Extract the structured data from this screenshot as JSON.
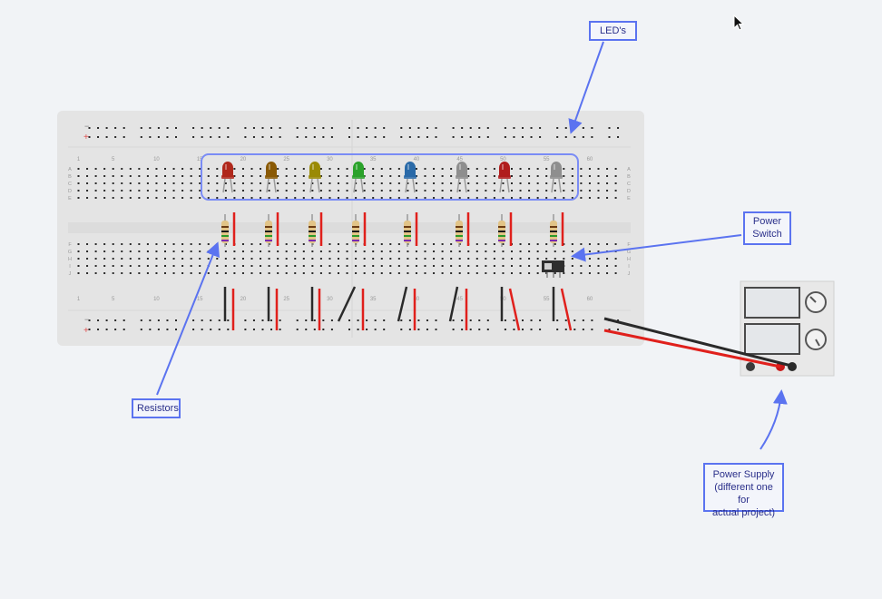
{
  "labels": {
    "leds": "LED's",
    "power_switch_line1": "Power",
    "power_switch_line2": "Switch",
    "resistors": "Resistors",
    "psu_line1": "Power Supply",
    "psu_line2": "(different one for",
    "psu_line3": "actual project)"
  },
  "breadboard": {
    "column_numbers": [
      "1",
      "5",
      "10",
      "15",
      "20",
      "25",
      "30",
      "35",
      "40",
      "45",
      "50",
      "55",
      "60"
    ],
    "row_letters_top": [
      "A",
      "B",
      "C",
      "D",
      "E"
    ],
    "row_letters_bottom": [
      "F",
      "G",
      "H",
      "I",
      "J"
    ],
    "rail_minus": "−",
    "rail_plus": "+"
  },
  "leds": [
    {
      "color": "#b0281c",
      "name": "red"
    },
    {
      "color": "#8a5a05",
      "name": "orange"
    },
    {
      "color": "#9a8a05",
      "name": "yellow"
    },
    {
      "color": "#2aa22a",
      "name": "green"
    },
    {
      "color": "#2a6aa8",
      "name": "blue"
    },
    {
      "color": "#8e8e8e",
      "name": "white"
    },
    {
      "color": "#b01c1c",
      "name": "red"
    },
    {
      "color": "#8e8e8e",
      "name": "white"
    }
  ],
  "colors": {
    "accent": "#5b73f0",
    "wire_red": "#e0201c",
    "wire_black": "#2a2a2a",
    "board": "#e4e4e4"
  }
}
